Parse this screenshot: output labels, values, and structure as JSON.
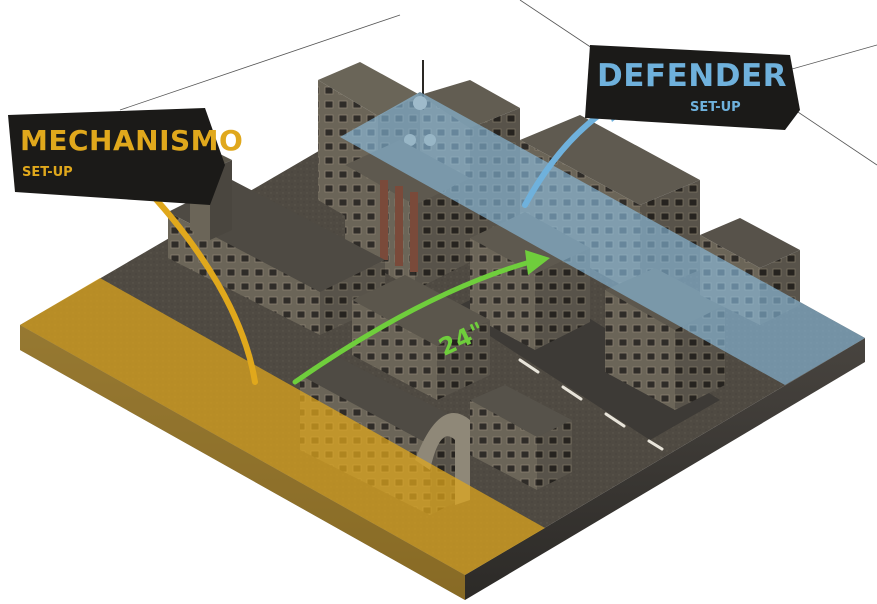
{
  "deployment": {
    "left": {
      "name": "MECHANISMO",
      "subtitle": "SET-UP",
      "color": "#e0a81c"
    },
    "right": {
      "name": "DEFENDER",
      "subtitle": "SET-UP",
      "color": "#6fb1dc"
    },
    "distance": {
      "label": "24\"",
      "color": "#6fce3c"
    }
  },
  "icons": [
    "skyscraper-icon",
    "watertower-icon",
    "arrow-icon"
  ]
}
